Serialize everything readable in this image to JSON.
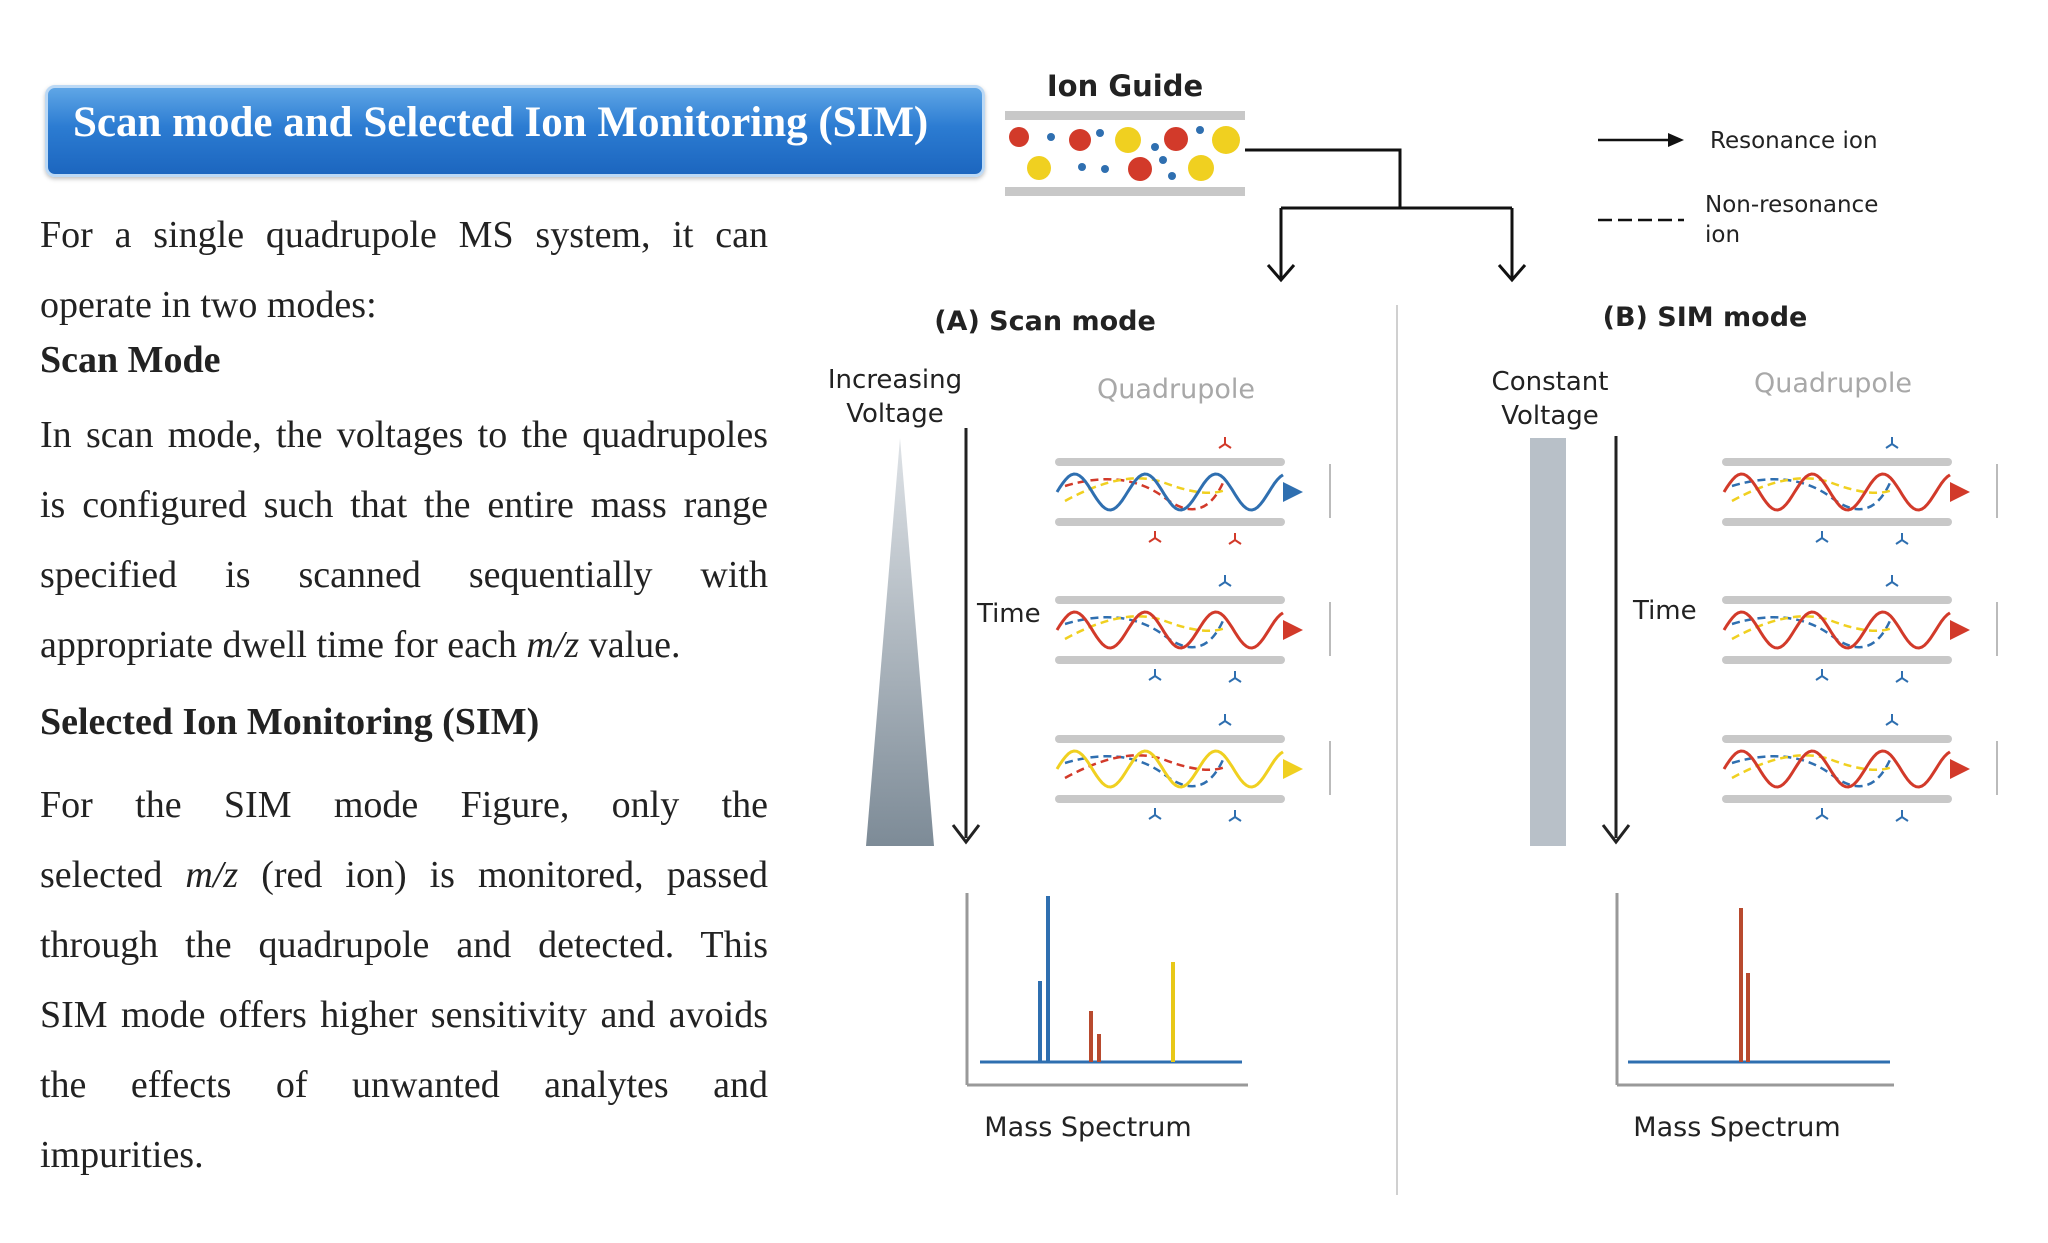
{
  "banner": {
    "title": "Scan mode and Selected Ion Monitoring (SIM)"
  },
  "intro": {
    "line1": "For a single quadrupole MS system, it can",
    "line2": "operate in two modes:"
  },
  "scan_mode": {
    "heading": "Scan Mode",
    "line1": "In scan mode, the voltages to the quadrupoles",
    "line2": "is configured such that the entire mass range",
    "line3": "specified is scanned sequentially with",
    "line4_pre": "appropriate dwell time for each ",
    "line4_em": "m/z",
    "line4_post": " value."
  },
  "sim": {
    "heading": "Selected Ion Monitoring (SIM)",
    "line1": "For the SIM mode Figure, only the",
    "line2_pre": "selected ",
    "line2_em": "m/z",
    "line2_post": " (red ion) is monitored, passed",
    "line3": "through the quadrupole and detected. This",
    "line4": "SIM mode offers higher sensitivity and avoids",
    "line5": "the effects of unwanted analytes and",
    "line6": "impurities."
  },
  "diagram": {
    "ion_guide_label": "Ion Guide",
    "legend": {
      "resonance": "Resonance ion",
      "nonresonance_1": "Non-resonance",
      "nonresonance_2": "ion"
    },
    "panel_a": {
      "title": "(A) Scan mode",
      "voltage_1": "Increasing",
      "voltage_2": "Voltage",
      "quadrupole": "Quadrupole",
      "time": "Time",
      "spectrum": "Mass Spectrum"
    },
    "panel_b": {
      "title": "(B) SIM mode",
      "voltage_1": "Constant",
      "voltage_2": "Voltage",
      "quadrupole": "Quadrupole",
      "time": "Time",
      "spectrum": "Mass Spectrum"
    },
    "colors": {
      "red_ion": "#d23a2a",
      "blue_ion": "#2f6fb0",
      "yellow_ion": "#f0d020",
      "rod": "#c8c8c8",
      "grey_bar": "#b8c0c8"
    }
  }
}
